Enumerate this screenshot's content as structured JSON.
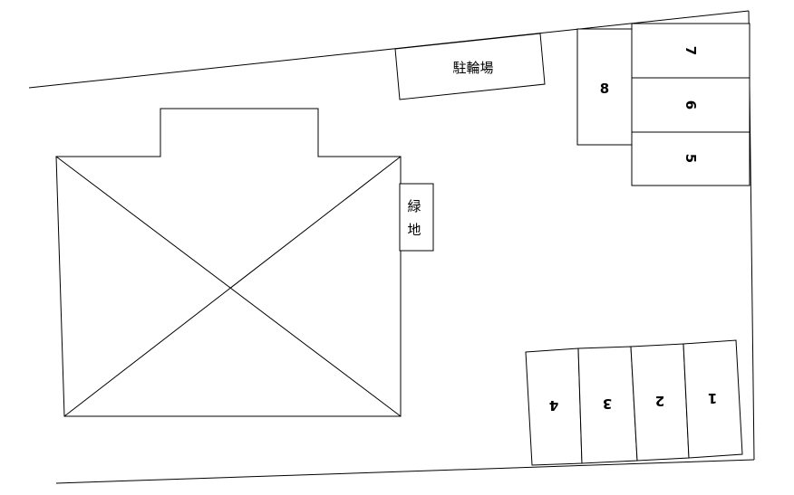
{
  "labels": {
    "bicycle_parking": "駐輪場",
    "green_space_line1": "緑",
    "green_space_line2": "地"
  },
  "parking_spaces": [
    "1",
    "2",
    "3",
    "4",
    "5",
    "6",
    "7",
    "8"
  ]
}
